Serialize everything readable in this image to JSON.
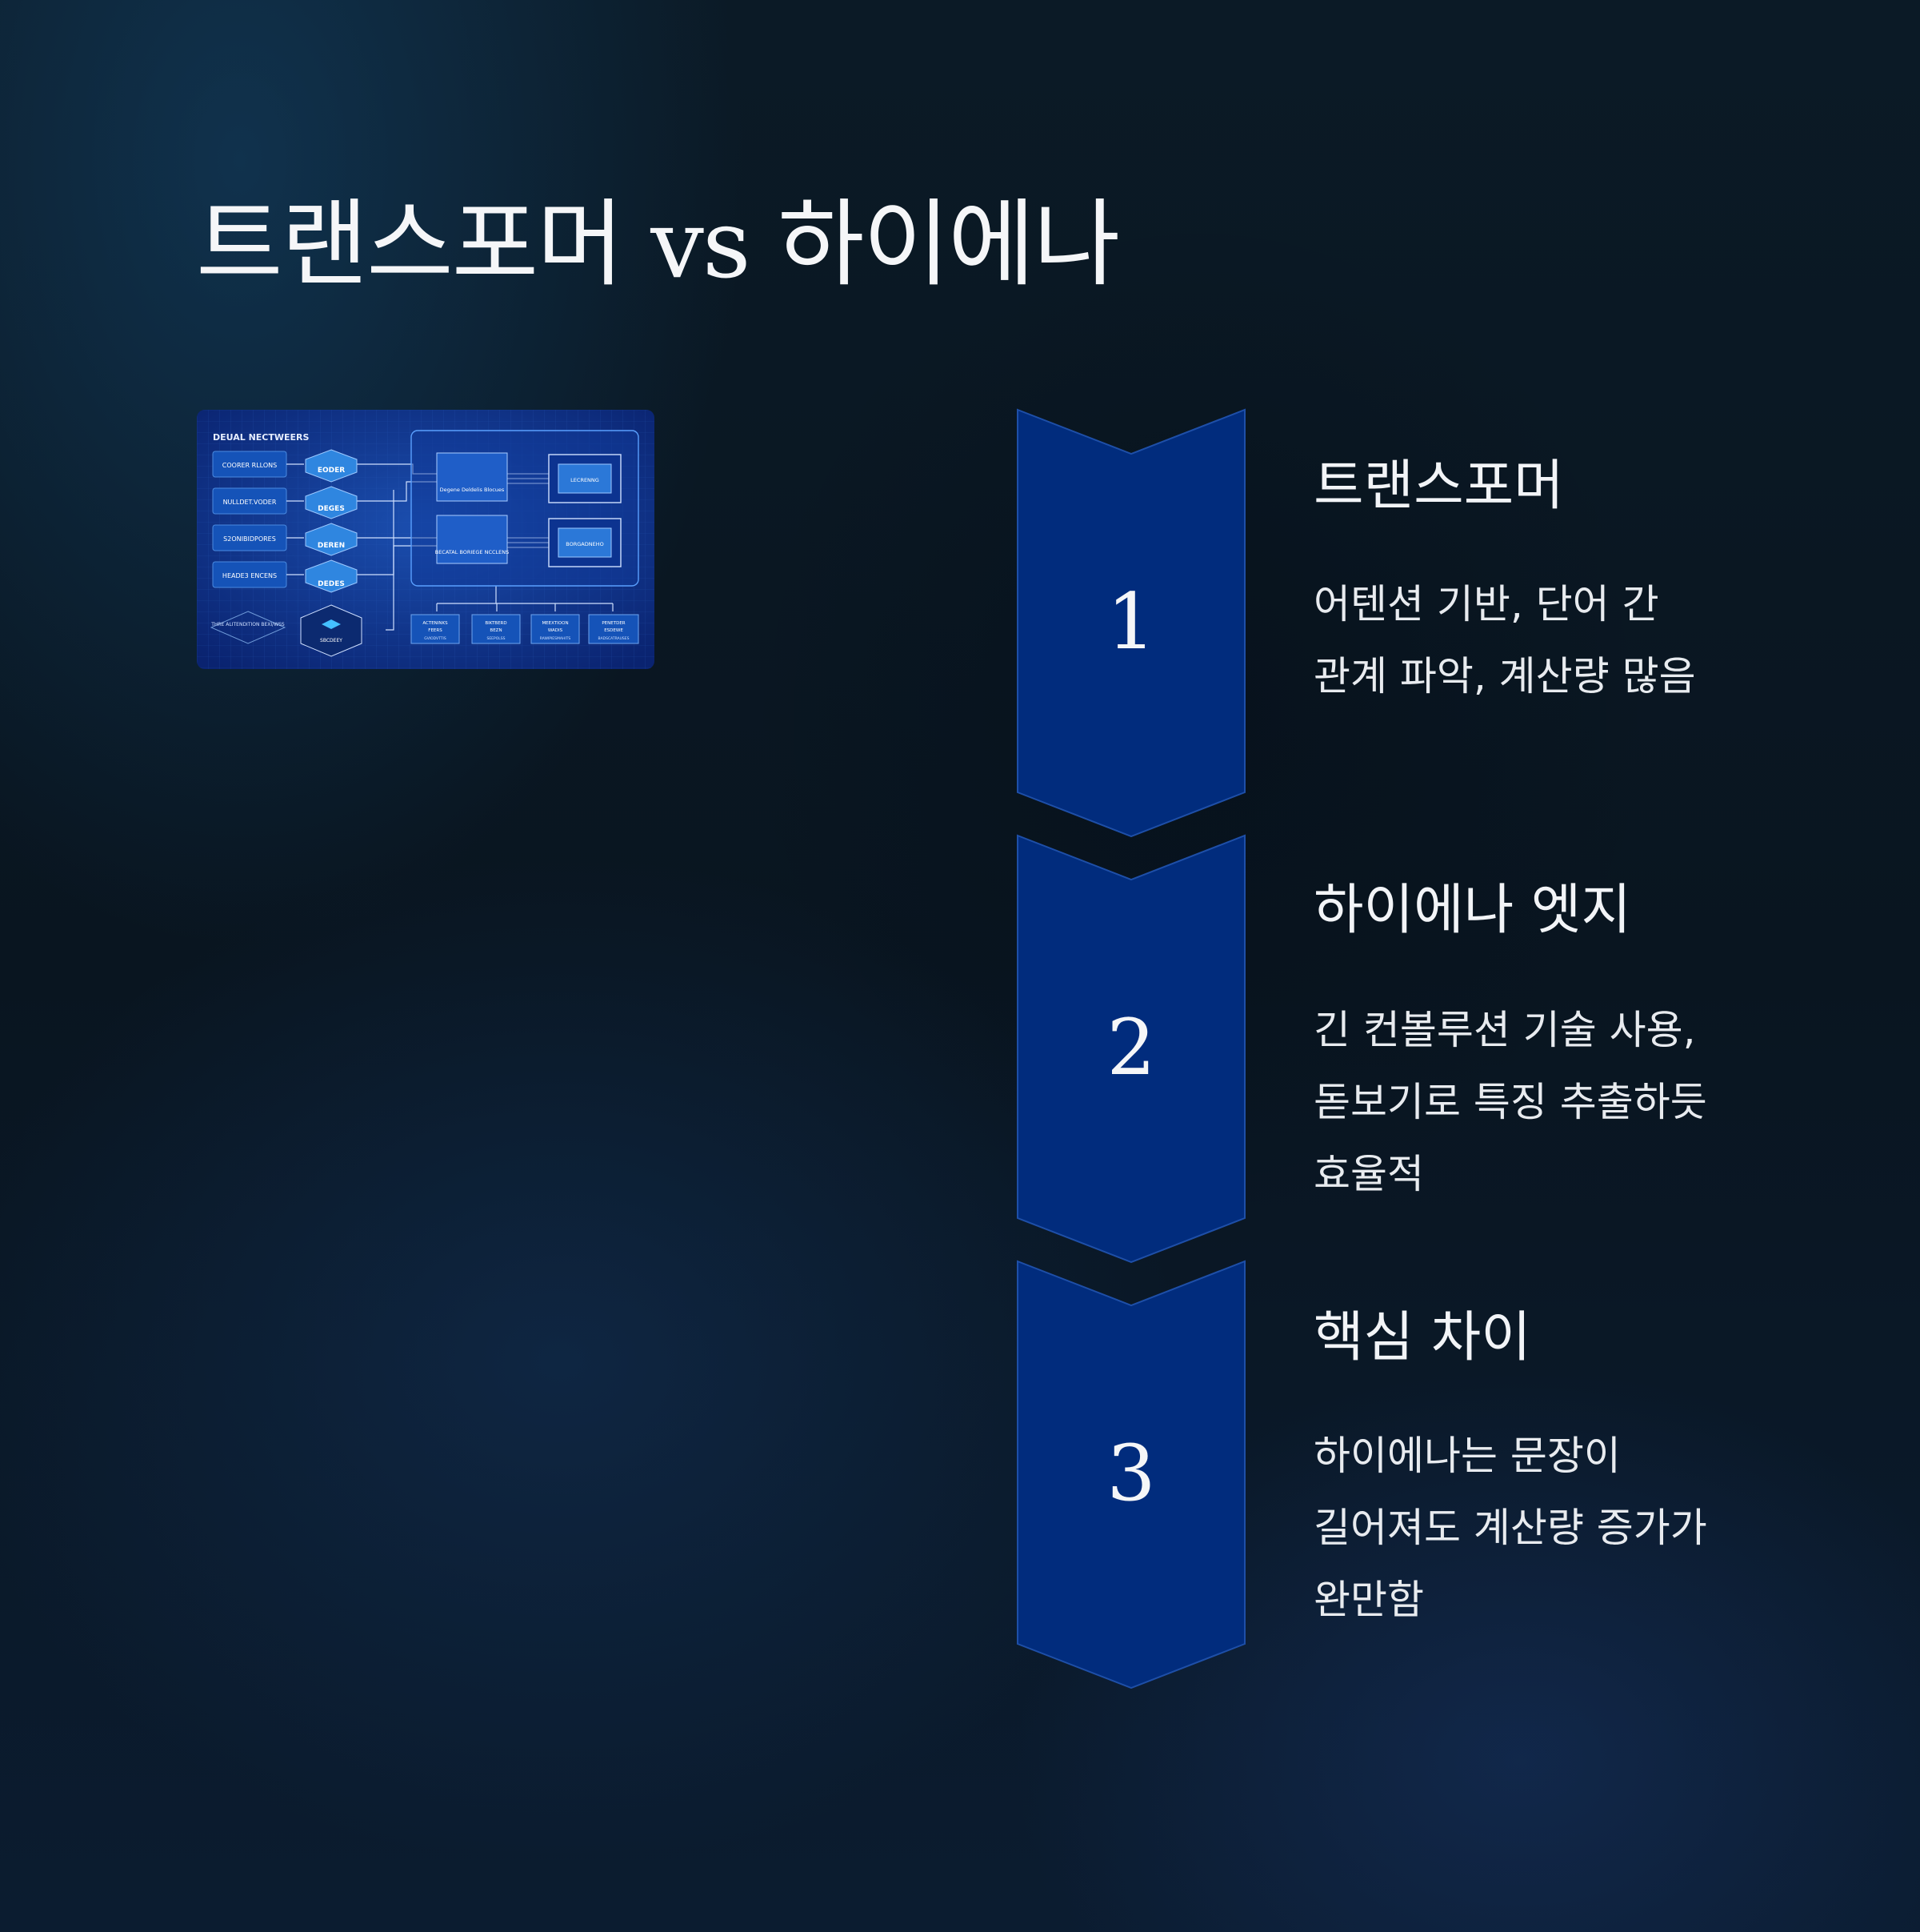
{
  "title": "트랜스포머 vs 하이에나",
  "colors": {
    "chevron_fill": "#012C7D",
    "chevron_stroke": "#1E4FA8",
    "diagram_bg": "#0b2a78"
  },
  "diagram": {
    "heading": "DEUAL NECTWEERS",
    "left_boxes": [
      "COORER RLLONS",
      "NULLDET.VODER",
      "S2ONIBIDPORES",
      "HEADE3 ENCENS"
    ],
    "hex_labels": [
      "EODER",
      "DEGES",
      "DEREN",
      "DEDES"
    ],
    "center_blocks": [
      "Degene Deldelis Blocues",
      "BECATAL BORIEGE NCCLENS"
    ],
    "chip_labels": [
      "LECRENNG",
      "BORGADNEHO"
    ],
    "bottom_left_diamond": "THRE ALITENDITION BEXI/WSS",
    "bottom_center_box": "SBCDEEY",
    "bottom_boxes": [
      {
        "line1": "ACTENINKS",
        "line2": "FEERS",
        "line3": "GVIODVTTIS"
      },
      {
        "line1": "BIKTBERD",
        "line2": "BEZN",
        "line3": "SEEPOLSS"
      },
      {
        "line1": "MEEXTIOON",
        "line2": "WADIS",
        "line3": "RAWIPIESMAHITS"
      },
      {
        "line1": "PENETDER",
        "line2": "ESDEWE",
        "line3": "BADSCATRAUSES"
      }
    ]
  },
  "steps": [
    {
      "number": "1",
      "heading": "트랜스포머",
      "body": "어텐션 기반, 단어 간 관계 파악, 계산량 많음"
    },
    {
      "number": "2",
      "heading": "하이에나 엣지",
      "body": "긴 컨볼루션 기술 사용, 돋보기로 특징 추출하듯 효율적"
    },
    {
      "number": "3",
      "heading": "핵심 차이",
      "body": "하이에나는 문장이 길어져도 계산량 증가가 완만함"
    }
  ]
}
